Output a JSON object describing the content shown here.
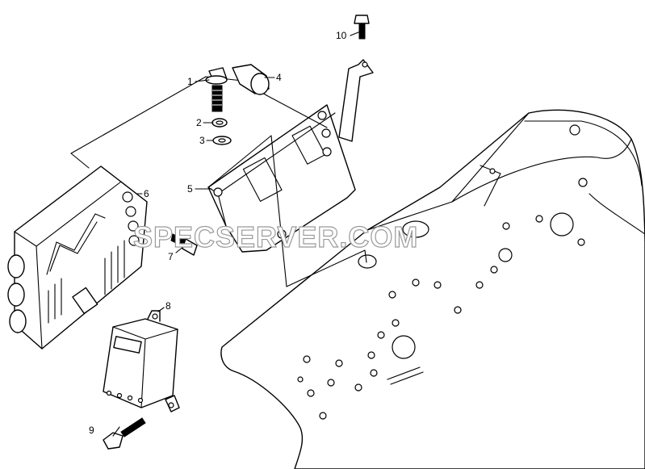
{
  "watermark": "SPECSERVER.COM",
  "callouts": [
    "1",
    "2",
    "3",
    "4",
    "5",
    "6",
    "7",
    "8",
    "9",
    "10"
  ],
  "colors": {
    "line": "#000000",
    "background": "#ffffff",
    "watermark_outline": "#9a9a9a"
  }
}
